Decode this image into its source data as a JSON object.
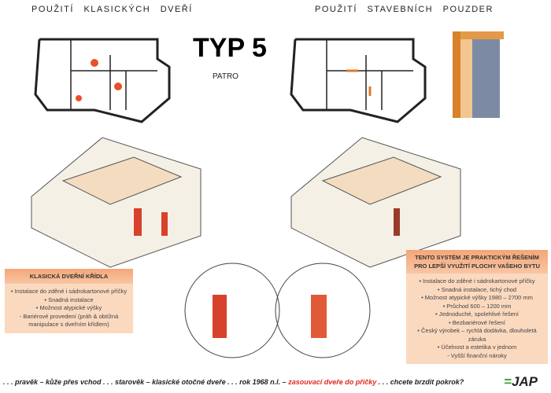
{
  "left_title": "POUŽITÍ KLASICKÝCH DVEŘÍ",
  "right_title": "POUŽITÍ STAVEBNÍCH POUZDER",
  "type_label": "TYP 5",
  "floor_label": "PATRO",
  "classic_box": {
    "title": "KLASICKÁ DVEŘNÍ KŘÍDLA",
    "items": [
      "• Instalace do zděné i sádrokartonové příčky",
      "• Snadná instalace",
      "• Možnost atypické výšky",
      "- Bariérové provedení (práh & obtížná manipulace s dveřním křídlem)"
    ]
  },
  "pocket_box": {
    "title": "TENTO SYSTÉM JE PRAKTICKÝM ŘEŠENÍM PRO LEPŠÍ VYUŽITÍ PLOCHY VAŠEHO BYTU",
    "items": [
      "• Instalace do zděné i sádrokartonové příčky",
      "• Snadná instalace, tichý chod",
      "• Možnost atypické výšky 1980 – 2700 mm",
      "• Průchod 600 – 1200 mm",
      "• Jednoduché, spolehlivé řešení",
      "• Bezbariérové řešení",
      "• Český výrobek – rychlá dodávka, dlouholetá záruka",
      "• Účelnost a estetika v jednom",
      "- Vyšší finanční nároky"
    ]
  },
  "footer": {
    "part1": ". . . pravěk – kůže přes vchod . . . starověk – klasické otočné dveře . . . rok 1968 n.l. – ",
    "highlight": "zasouvací dveře do příčky",
    "part2": " . . . chcete brzdit pokrok?",
    "logo": "JAP"
  },
  "colors": {
    "accent": "#e02a1f",
    "box": "#fbd9bf",
    "logo": "#3aa335"
  }
}
